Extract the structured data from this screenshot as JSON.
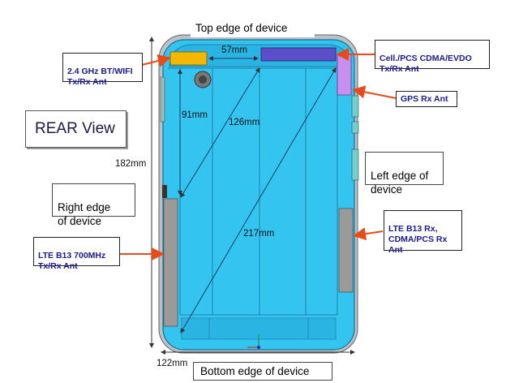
{
  "view_title": "REAR View",
  "edges": {
    "top": "Top edge of device",
    "bottom": "Bottom edge of device",
    "left": "Left edge of\ndevice",
    "right": "Right edge\nof device"
  },
  "antennas": {
    "bt_wifi": "2.4 GHz BT/WIFI\nTx/Rx Ant",
    "cdma_evdo": "Cell./PCS CDMA/EVDO\nTx/Rx Ant",
    "gps": "GPS Rx Ant",
    "lte_rx": "LTE B13 Rx,\nCDMA/PCS Rx\nAnt",
    "lte_700": "LTE B13 700MHz\nTx/Rx Ant"
  },
  "dimensions": {
    "d57": "57mm",
    "d91": "91mm",
    "d126": "126mm",
    "d182": "182mm",
    "d217": "217mm",
    "d122": "122mm"
  },
  "colors": {
    "device_fill": "#33c4f0",
    "bt_wifi_block": "#f5b800",
    "cdma_block": "#5a4fc8",
    "gps_block": "#c88ef0",
    "lte_block": "#9a9a9a",
    "arrow": "#e84a1a"
  }
}
